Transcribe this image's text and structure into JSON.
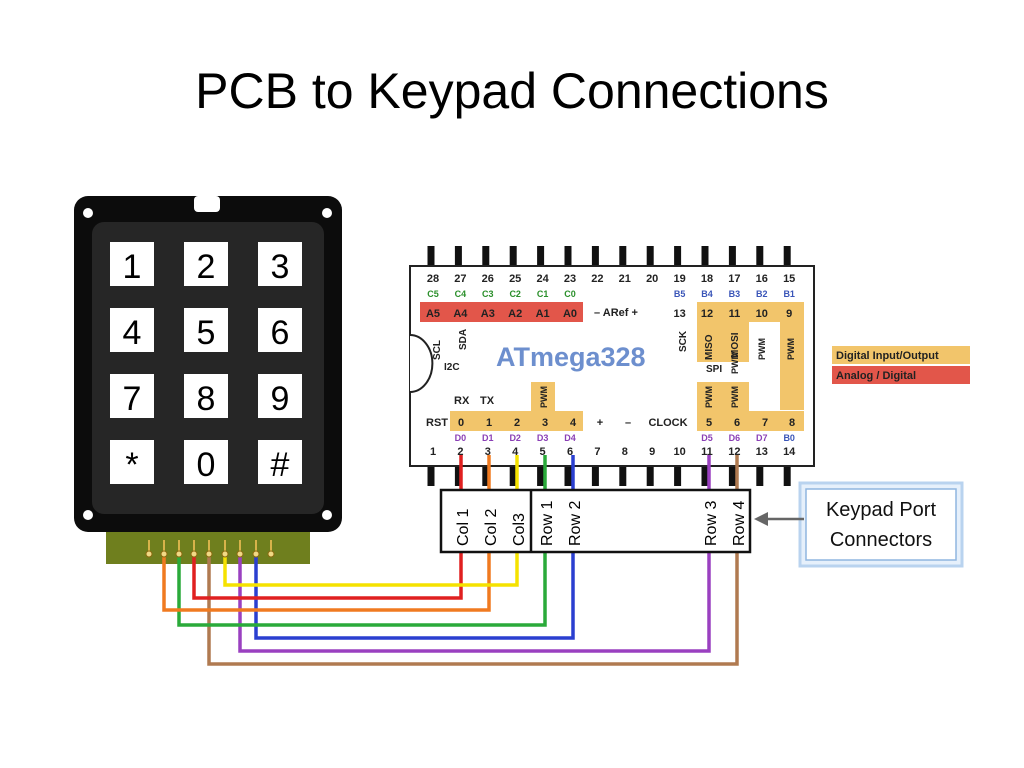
{
  "slide": {
    "title": "PCB to Keypad Connections"
  },
  "keypad": {
    "keys": [
      "1",
      "2",
      "3",
      "4",
      "5",
      "6",
      "7",
      "8",
      "9",
      "*",
      "0",
      "#"
    ]
  },
  "chip": {
    "name": "ATmega328",
    "top_pins": [
      "28",
      "27",
      "26",
      "25",
      "24",
      "23",
      "22",
      "21",
      "20",
      "19",
      "18",
      "17",
      "16",
      "15"
    ],
    "top_port_labels": [
      "C5",
      "C4",
      "C3",
      "C2",
      "C1",
      "C0",
      "",
      "",
      "",
      "B5",
      "B4",
      "B3",
      "B2",
      "B1"
    ],
    "top_function_labels": [
      "A5",
      "A4",
      "A3",
      "A2",
      "A1",
      "A0",
      "",
      "",
      "",
      "13",
      "12",
      "11",
      "10",
      "9"
    ],
    "aref": "– ARef +",
    "bottom_pins": [
      "1",
      "2",
      "3",
      "4",
      "5",
      "6",
      "7",
      "8",
      "9",
      "10",
      "11",
      "12",
      "13",
      "14"
    ],
    "bottom_port_labels": [
      "",
      "D0",
      "D1",
      "D2",
      "D3",
      "D4",
      "",
      "",
      "",
      "",
      "D5",
      "D6",
      "D7",
      "B0"
    ],
    "bottom_function_labels": [
      "RST",
      "0",
      "1",
      "2",
      "3",
      "4",
      "+",
      "–",
      "CLOCK",
      "",
      "5",
      "6",
      "7",
      "8"
    ],
    "rx": "RX",
    "tx": "TX",
    "vertical_labels": {
      "scl": "SCL",
      "sda": "SDA",
      "i2c": "I2C",
      "sck": "SCK",
      "miso": "MISO",
      "mosi": "MOSI",
      "spi": "SPI",
      "pwm": "PWM"
    }
  },
  "legend": {
    "digital": "Digital Input/Output",
    "analog": "Analog / Digital"
  },
  "connector": {
    "labels": [
      "Col 1",
      "Col 2",
      "Col3",
      "Row 1",
      "Row 2",
      "Row 3",
      "Row 4"
    ]
  },
  "callout": {
    "line1": "Keypad Port",
    "line2": "Connectors"
  },
  "colors": {
    "digital_fill": "#f2c56b",
    "analog_fill": "#e2564a",
    "chip_name": "#6d8fce",
    "port_top": "#2a8f2a",
    "port_bottom": "#8a3fb5",
    "wire_red": "#e02020",
    "wire_orange": "#f07a20",
    "wire_yellow": "#f5e200",
    "wire_green": "#2aaa3a",
    "wire_blue": "#2a3fd0",
    "wire_purple": "#9a40c0",
    "wire_brown": "#b07a50"
  }
}
